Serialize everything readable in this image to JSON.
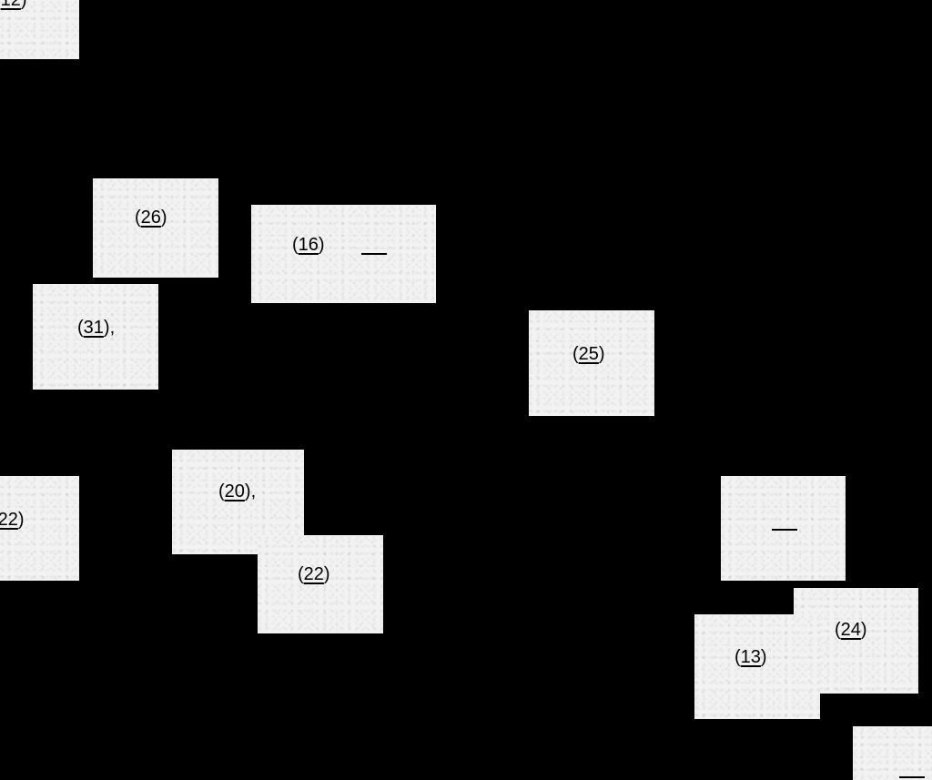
{
  "labels": [
    {
      "num": "12",
      "suffix": ""
    },
    {
      "num": "26",
      "suffix": ""
    },
    {
      "num": "16",
      "suffix": ""
    },
    {
      "num": "31",
      "suffix": ","
    },
    {
      "num": "25",
      "suffix": ""
    },
    {
      "num": "22",
      "suffix": ""
    },
    {
      "num": "20",
      "suffix": ","
    },
    {
      "num": "22",
      "suffix": ""
    },
    {
      "num": "24",
      "suffix": ""
    },
    {
      "num": "13",
      "suffix": ""
    }
  ],
  "colors": {
    "background": "#000000",
    "patch": "#f2f2f2",
    "text": "#000000"
  }
}
